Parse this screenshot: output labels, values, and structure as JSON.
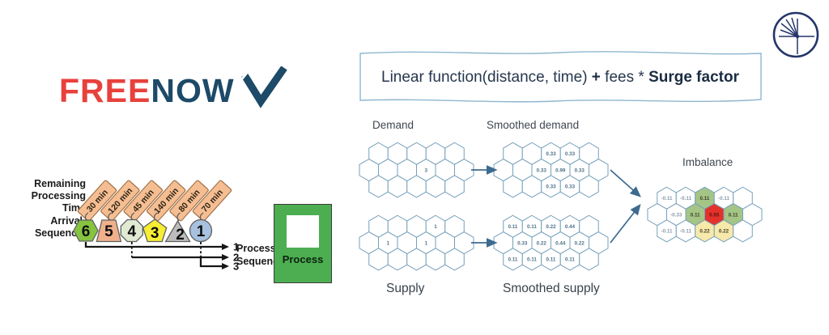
{
  "brand": {
    "free": "FREE",
    "now": "NOW"
  },
  "formula": {
    "part1": "Linear function(distance, time) ",
    "part2": "+",
    "part3": " fees * ",
    "part4": "Surge factor"
  },
  "scheduler": {
    "remaining_label": "Remaining\nProcessing\nTime",
    "arrival_label": "Arrival\nSequence",
    "process_sequence_label": "Process\nSequence",
    "sequence_numbers": [
      "1",
      "2",
      "3"
    ],
    "jobs": [
      {
        "arrival": "6",
        "duration": "30 min",
        "shape": "hexagon",
        "fill": "#86c440"
      },
      {
        "arrival": "5",
        "duration": "120 min",
        "shape": "trapezoid",
        "fill": "#f0b08c"
      },
      {
        "arrival": "4",
        "duration": "45 min",
        "shape": "octagon",
        "fill": "#e0e9d2"
      },
      {
        "arrival": "3",
        "duration": "140 min",
        "shape": "pentagon",
        "fill": "#f6ee33"
      },
      {
        "arrival": "2",
        "duration": "80 min",
        "shape": "triangle",
        "fill": "#bcbcbc"
      },
      {
        "arrival": "1",
        "duration": "70 min",
        "shape": "circle",
        "fill": "#a7c1de"
      }
    ],
    "process_box": {
      "label": "Process",
      "color": "#4cae51"
    },
    "tag_color": "#f5be92"
  },
  "grids": [
    {
      "key": "demand",
      "label": "Demand",
      "rows": [
        [
          "",
          "",
          "",
          "",
          ""
        ],
        [
          "",
          "",
          "",
          "3",
          "",
          ""
        ],
        [
          "",
          "",
          "",
          "",
          ""
        ]
      ]
    },
    {
      "key": "smoothed-demand",
      "label": "Smoothed demand",
      "rows": [
        [
          "",
          "",
          "0.33",
          "0.33",
          ""
        ],
        [
          "",
          "",
          "0.33",
          "0.99",
          "0.33",
          ""
        ],
        [
          "",
          "",
          "0.33",
          "0.33",
          ""
        ]
      ]
    },
    {
      "key": "supply",
      "label": "Supply",
      "rows": [
        [
          "",
          "",
          "",
          "1",
          ""
        ],
        [
          "",
          "1",
          "",
          "1",
          "",
          ""
        ],
        [
          "",
          "",
          "",
          "",
          ""
        ]
      ]
    },
    {
      "key": "smoothed-supply",
      "label": "Smoothed supply",
      "rows": [
        [
          "0.11",
          "0.11",
          "0.22",
          "0.44",
          ""
        ],
        [
          "",
          "0.33",
          "0.22",
          "0.44",
          "0.22",
          ""
        ],
        [
          "0.11",
          "0.11",
          "0.11",
          "0.11",
          ""
        ]
      ]
    },
    {
      "key": "imbalance",
      "label": "Imbalance",
      "rows": [
        [
          "-0.11",
          "-0.11",
          "0.11",
          "-0.11",
          ""
        ],
        [
          "",
          "-0.33",
          "0.11",
          "0.55",
          "0.11",
          ""
        ],
        [
          "-0.11",
          "-0.11",
          "0.22",
          "0.22",
          ""
        ]
      ],
      "fills": [
        [
          "",
          "",
          "green",
          "",
          ""
        ],
        [
          "",
          "",
          "green",
          "red",
          "green",
          ""
        ],
        [
          "",
          "",
          "yellow",
          "yellow",
          ""
        ]
      ]
    }
  ],
  "colors": {
    "brand_red": "#e8413c",
    "brand_navy": "#1d4a68",
    "hex_stroke": "#76a0bb",
    "arrow": "#3d6a8f",
    "cell_green": "#a4c585",
    "cell_red": "#e5312b",
    "cell_yellow": "#f7e9a9",
    "formula_border": "#8fb6cf"
  }
}
